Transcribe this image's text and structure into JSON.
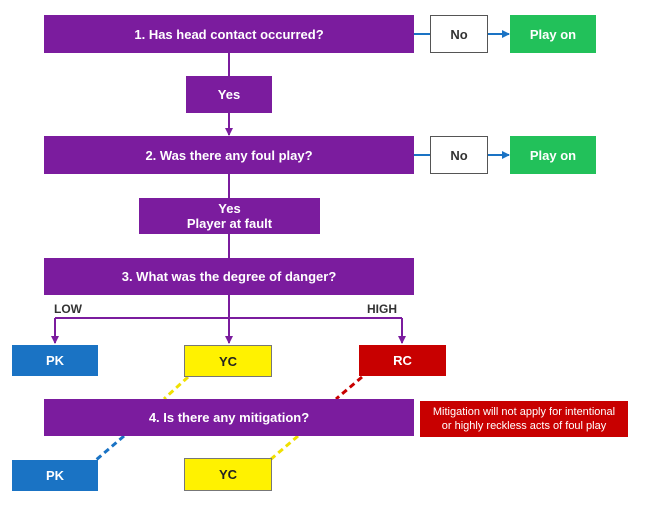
{
  "q1": {
    "label": "1. Has head contact occurred?"
  },
  "q1_no": {
    "label": "No"
  },
  "q1_playon": {
    "label": "Play on"
  },
  "q1_yes": {
    "label": "Yes"
  },
  "q2": {
    "label": "2. Was there any foul play?"
  },
  "q2_no": {
    "label": "No"
  },
  "q2_playon": {
    "label": "Play on"
  },
  "q2_yes": {
    "line1": "Yes",
    "line2": "Player at fault"
  },
  "q3": {
    "label": "3. What was the degree of danger?"
  },
  "q3_low": {
    "label": "LOW"
  },
  "q3_high": {
    "label": "HIGH"
  },
  "outcome_pk": {
    "label": "PK"
  },
  "outcome_yc": {
    "label": "YC"
  },
  "outcome_rc": {
    "label": "RC"
  },
  "q4": {
    "label": "4. Is there any mitigation?"
  },
  "mitigation_note": {
    "line1": "Mitigation will not apply for intentional",
    "line2": "or highly reckless acts of foul play"
  },
  "mitigated_pk": {
    "label": "PK"
  },
  "mitigated_yc": {
    "label": "YC"
  },
  "colors": {
    "purple": "#7b1c9e",
    "green": "#22c15a",
    "blue": "#1a73c4",
    "yellow": "#fff200",
    "red": "#c80000"
  }
}
